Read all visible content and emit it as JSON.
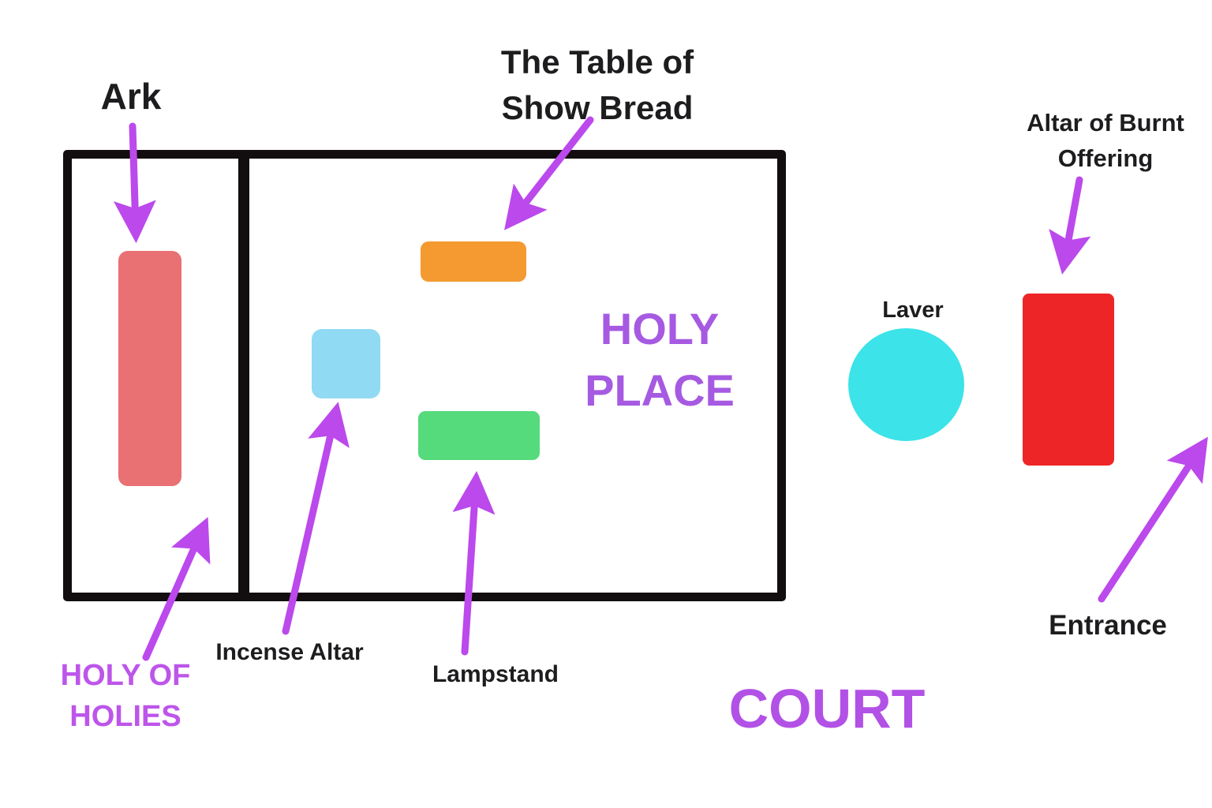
{
  "diagram_title": "Tabernacle layout diagram",
  "colors": {
    "arrow": "#bb49ec",
    "outline": "#120d0e",
    "holy_place_text": "#a65ae1",
    "holy_of_holies_text": "#bd55ea",
    "court_text": "#b251e6",
    "label_text": "#1d1d1f"
  },
  "areas": {
    "holy_of_holies": {
      "name_line1": "HOLY OF",
      "name_line2": "HOLIES"
    },
    "holy_place": {
      "name_line1": "HOLY",
      "name_line2": "PLACE"
    },
    "court": {
      "name": "COURT"
    }
  },
  "objects": {
    "ark": {
      "label": "Ark",
      "color": "#e97073"
    },
    "table_of_show_bread": {
      "label_line1": "The Table of",
      "label_line2": "Show Bread",
      "color": "#f49a31"
    },
    "incense_altar": {
      "label": "Incense Altar",
      "color": "#90daf3"
    },
    "lampstand": {
      "label": "Lampstand",
      "color": "#55da7c"
    },
    "laver": {
      "label": "Laver",
      "color": "#3ce3e8"
    },
    "altar_of_burnt_offering": {
      "label_line1": "Altar of Burnt",
      "label_line2": "Offering",
      "color": "#ee2526"
    },
    "entrance": {
      "label": "Entrance"
    }
  }
}
